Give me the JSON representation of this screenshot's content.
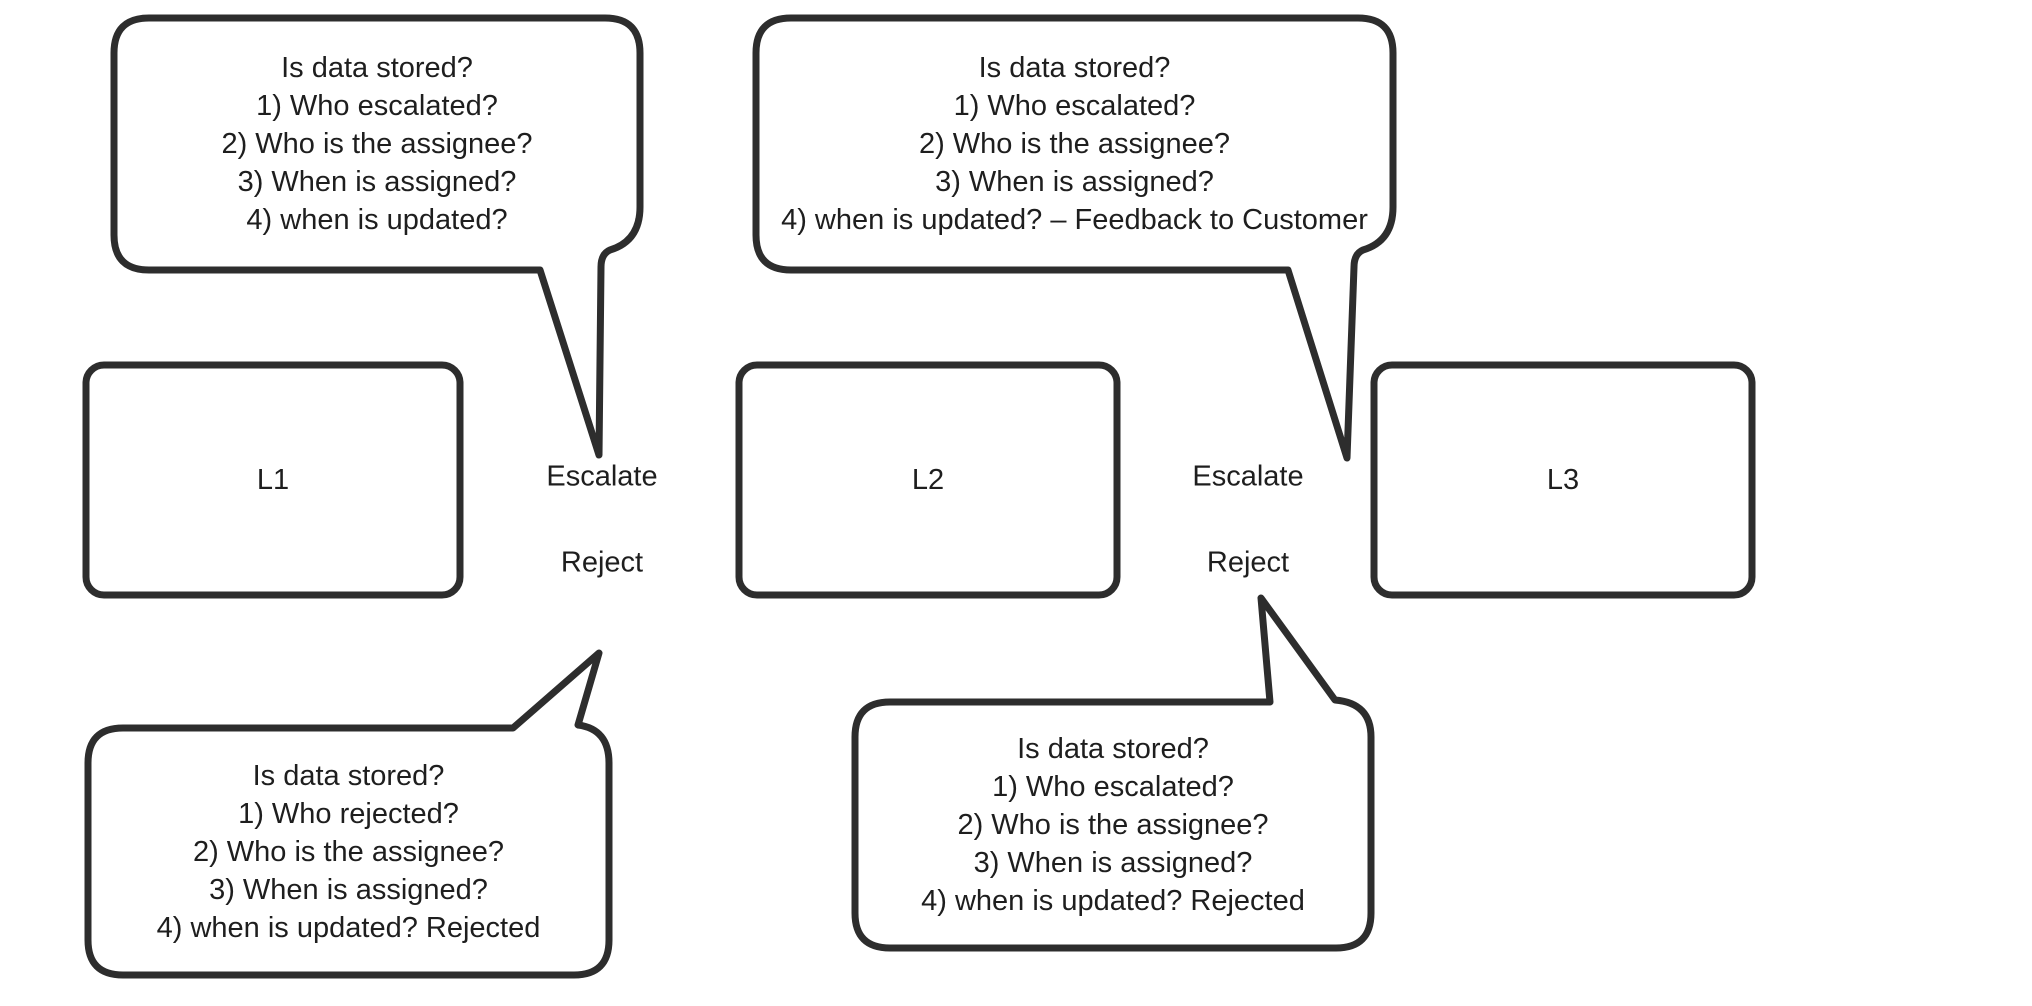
{
  "diagram_title": "",
  "bubbles": {
    "top_left": {
      "lines": [
        "Is data stored?",
        "1) Who escalated?",
        "2) Who is the assignee?",
        "3) When is assigned?",
        "4) when is updated?"
      ]
    },
    "top_right": {
      "lines": [
        "Is data stored?",
        "1) Who escalated?",
        "2) Who is the assignee?",
        "3) When is assigned?",
        "4) when is updated? – Feedback to Customer"
      ]
    },
    "bottom_left": {
      "lines": [
        "Is data stored?",
        "1) Who rejected?",
        "2) Who is the assignee?",
        "3) When is assigned?",
        "4) when is updated? Rejected"
      ]
    },
    "bottom_middle": {
      "lines": [
        "Is data stored?",
        "1) Who escalated?",
        "2) Who is the assignee?",
        "3) When is assigned?",
        "4) when is updated? Rejected"
      ]
    }
  },
  "nodes": {
    "l1": "L1",
    "l2": "L2",
    "l3": "L3"
  },
  "edges": {
    "escalate_1": "Escalate",
    "reject_1": "Reject",
    "escalate_2": "Escalate",
    "reject_2": "Reject"
  },
  "colors": {
    "stroke": "#2d2d2d",
    "text": "#1e1e1e",
    "background": "#ffffff"
  }
}
